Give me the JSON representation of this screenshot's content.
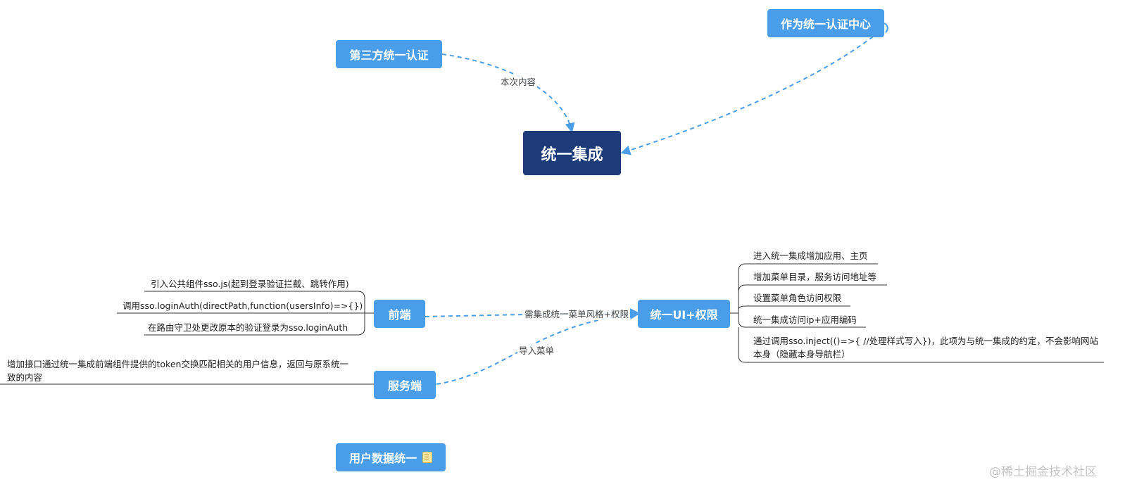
{
  "root": {
    "label": "统一集成"
  },
  "topics": {
    "third_party": "第三方统一认证",
    "auth_center": "作为统一认证中心",
    "frontend": "前端",
    "backend": "服务端",
    "unified_ui": "统一UI+权限",
    "user_data": "用户数据统一"
  },
  "edge_labels": {
    "this_time": "本次内容",
    "menu_style": "需集成统一菜单风格+权限",
    "import_menu": "导入菜单"
  },
  "frontend_leaves": [
    "引入公共组件sso.js(起到登录验证拦截、跳转作用)",
    "调用sso.loginAuth(directPath,function(usersInfo)=>{})",
    "在路由守卫处更改原本的验证登录为sso.loginAuth"
  ],
  "backend_leaves": [
    "增加接口通过统一集成前端组件提供的token交换匹配相关的用户信息，返回与原系统一致的内容"
  ],
  "unified_ui_leaves": [
    "进入统一集成增加应用、主页",
    "增加菜单目录，服务访问地址等",
    "设置菜单角色访问权限",
    "统一集成访问ip+应用编码",
    "通过调用sso.inject(()=>{ //处理样式写入})，此项为与统一集成的约定，不会影响网站本身（隐藏本身导航栏）"
  ],
  "icons": {
    "user_data_icon": "note-icon"
  },
  "colors": {
    "topic": "#4a9de8",
    "root": "#1c3b78",
    "edge": "#4a9de8"
  },
  "watermark": "@稀土掘金技术社区"
}
